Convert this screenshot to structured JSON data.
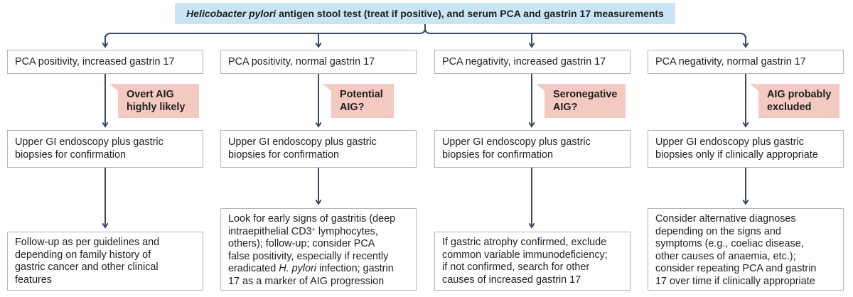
{
  "top": {
    "italic": "Helicobacter pylori",
    "rest": " antigen stool test (treat if positive), and serum PCA and gastrin 17 measurements"
  },
  "columns": [
    {
      "header": "PCA positivity, increased gastrin 17",
      "note": [
        "Overt AIG",
        "highly likely"
      ],
      "middle": [
        "Upper GI endoscopy plus gastric",
        "biopsies for confirmation"
      ],
      "bottom": [
        "Follow-up as per guidelines and",
        "depending on family history of",
        "gastric cancer and other clinical",
        "features"
      ]
    },
    {
      "header": "PCA positivity, normal gastrin 17",
      "note": [
        "Potential",
        "AIG?"
      ],
      "middle": [
        "Upper GI endoscopy plus gastric",
        "biopsies for confirmation"
      ],
      "bottom_parts": {
        "l1": "Look for early signs of gastritis (deep",
        "l2a": "intraepithelial CD3",
        "l2sup": "+",
        "l2b": " lymphocytes,",
        "l3": "others); follow-up; consider PCA",
        "l4": "false positivity, especially if recently",
        "l5a": "eradicated ",
        "l5i": "H. pylori",
        "l5b": " infection; gastrin",
        "l6": "17 as a marker of AIG progression"
      }
    },
    {
      "header": "PCA negativity, increased gastrin 17",
      "note": [
        "Seronegative",
        "AIG?"
      ],
      "middle": [
        "Upper GI endoscopy plus gastric",
        "biopsies for confirmation"
      ],
      "bottom": [
        "If gastric atrophy confirmed, exclude",
        "common variable immunodeficiency;",
        "if not confirmed, search for other",
        "causes of increased gastrin 17"
      ]
    },
    {
      "header": "PCA negativity, normal gastrin 17",
      "note": [
        "AIG probably",
        "excluded"
      ],
      "middle": [
        "Upper GI endoscopy plus gastric",
        "biopsies only if clinically appropriate"
      ],
      "bottom": [
        "Consider alternative diagnoses",
        "depending on the signs and",
        "symptoms (e.g., coeliac disease,",
        "other causes of anaemia, etc.);",
        "consider repeating PCA and gastrin",
        "17 over time if clinically appropriate"
      ]
    }
  ],
  "colors": {
    "arrow": "#3a4a63",
    "note_bg": "#f4c9c2",
    "top_bg": "#c9e5f4",
    "border": "#b3b3b3"
  }
}
